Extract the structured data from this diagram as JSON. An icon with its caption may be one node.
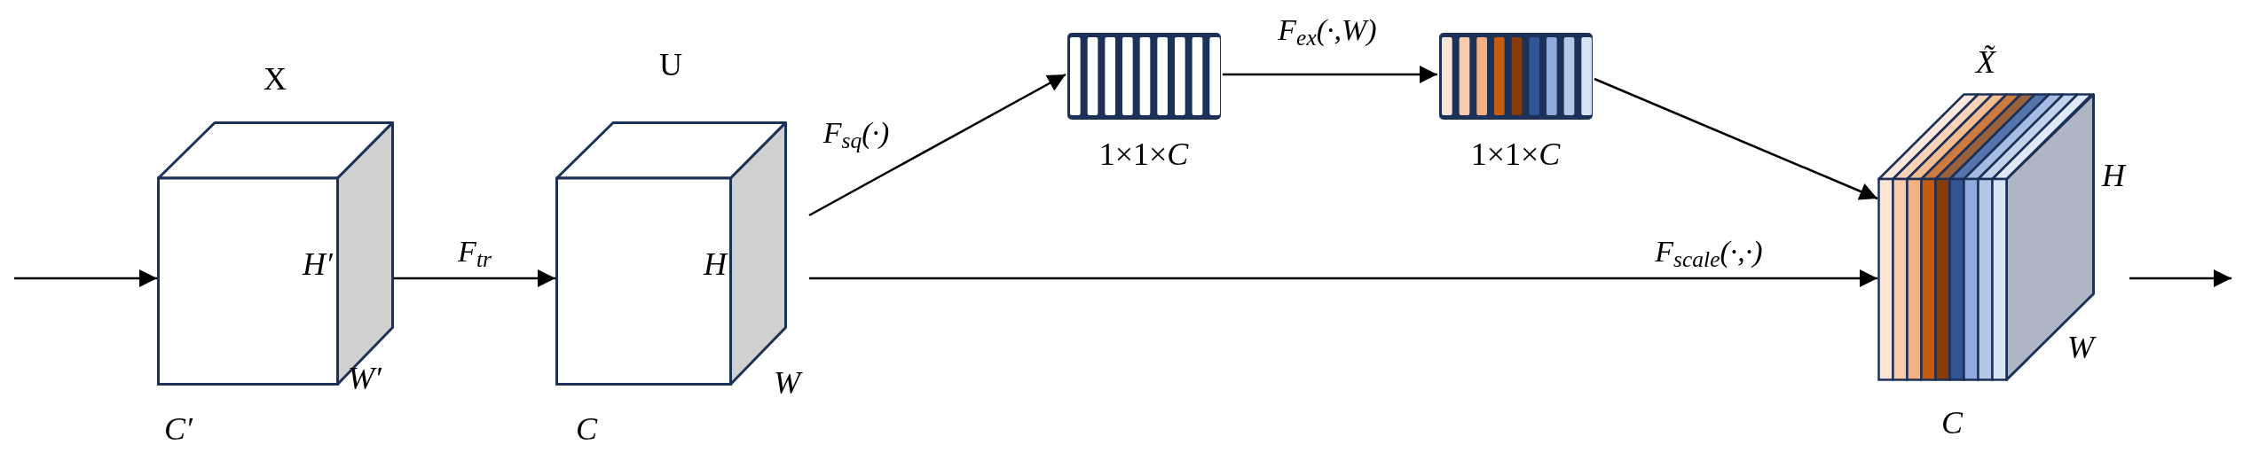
{
  "diagram": {
    "nodes": [
      {
        "text": [
          "X",
          "H′",
          "W′",
          "C′"
        ]
      },
      {
        "text": [
          "U",
          "H",
          "W",
          "C"
        ]
      },
      {
        "text": [
          "1×1×*C*"
        ]
      },
      {
        "text": [
          "1×1×*C*"
        ]
      },
      {
        "text": [
          "X̃",
          "H",
          "W",
          "C"
        ]
      }
    ],
    "edges": [
      {
        "from": null,
        "to": 0,
        "arrow": "to"
      },
      {
        "from": 0,
        "to": 1,
        "arrow": "to",
        "label": "F$_{tr}$"
      },
      {
        "from": 1,
        "to": 2,
        "arrow": "to",
        "label": "F$_{sq}$(·)"
      },
      {
        "from": 2,
        "to": 3,
        "arrow": "to",
        "label": "F$_{ex}$(·,W)"
      },
      {
        "from": 3,
        "to": 4,
        "arrow": "to"
      },
      {
        "from": 1,
        "to": 4,
        "arrow": "to",
        "label": "F$_{scale}$(·,·)"
      },
      {
        "from": 4,
        "to": null,
        "arrow": "to"
      }
    ]
  }
}
